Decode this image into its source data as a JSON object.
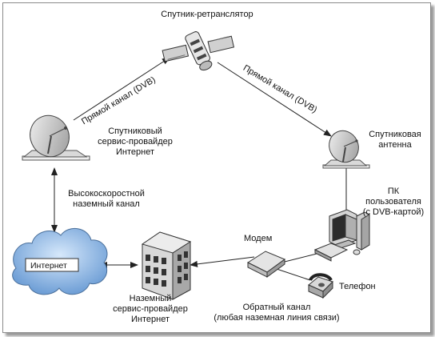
{
  "labels": {
    "satellite": "Спутник-ретранслятор",
    "direct_channel_left": "Прямой канал (DVB)",
    "direct_channel_right": "Прямой канал (DVB)",
    "sat_provider": [
      "Спутниковый",
      "сервис-провайдер",
      "Интернет"
    ],
    "user_antenna": [
      "Спутниковая",
      "антенна"
    ],
    "highspeed_channel": [
      "Высокоскоростной",
      "наземный канал"
    ],
    "pc": [
      "ПК",
      "пользователя",
      "(с DVB-картой)"
    ],
    "modem": "Модем",
    "internet": "Интернет",
    "ground_provider": [
      "Наземный",
      "сервис-провайдер",
      "Интернет"
    ],
    "phone": "Телефон",
    "return_channel": [
      "Обратный канал",
      "(любая наземная линия связи)"
    ]
  },
  "icons": {
    "satellite": "satellite-icon",
    "provider_dish": "provider-dish-icon",
    "user_dish": "user-dish-icon",
    "cloud": "internet-cloud-icon",
    "building": "building-icon",
    "modem": "modem-icon",
    "phone": "telephone-icon",
    "computer": "computer-icon"
  },
  "colors": {
    "cloud_fill": "#8fb8e8",
    "line": "#222222",
    "device_gray": "#c8c8c8"
  }
}
